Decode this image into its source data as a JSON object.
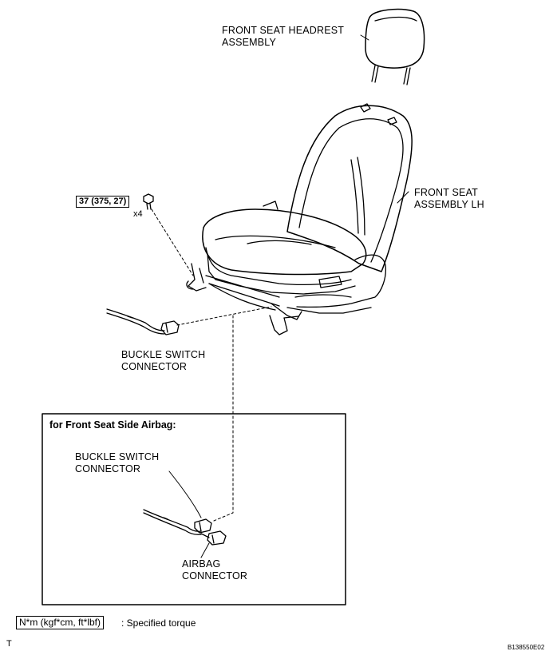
{
  "labels": {
    "headrest": [
      "FRONT SEAT HEADREST",
      "ASSEMBLY"
    ],
    "seat": [
      "FRONT SEAT",
      "ASSEMBLY LH"
    ],
    "buckle_top": [
      "BUCKLE SWITCH",
      "CONNECTOR"
    ],
    "buckle_inset": [
      "BUCKLE SWITCH",
      "CONNECTOR"
    ],
    "airbag": [
      "AIRBAG",
      "CONNECTOR"
    ]
  },
  "torque": {
    "value": "37 (375, 27)",
    "qty": "x4"
  },
  "inset": {
    "title": "for Front Seat Side Airbag:"
  },
  "legend": {
    "unit_box": "N*m (kgf*cm, ft*lbf)",
    "text": ": Specified torque"
  },
  "footer": {
    "left_mark": "T",
    "figure_id": "B138550E02"
  }
}
